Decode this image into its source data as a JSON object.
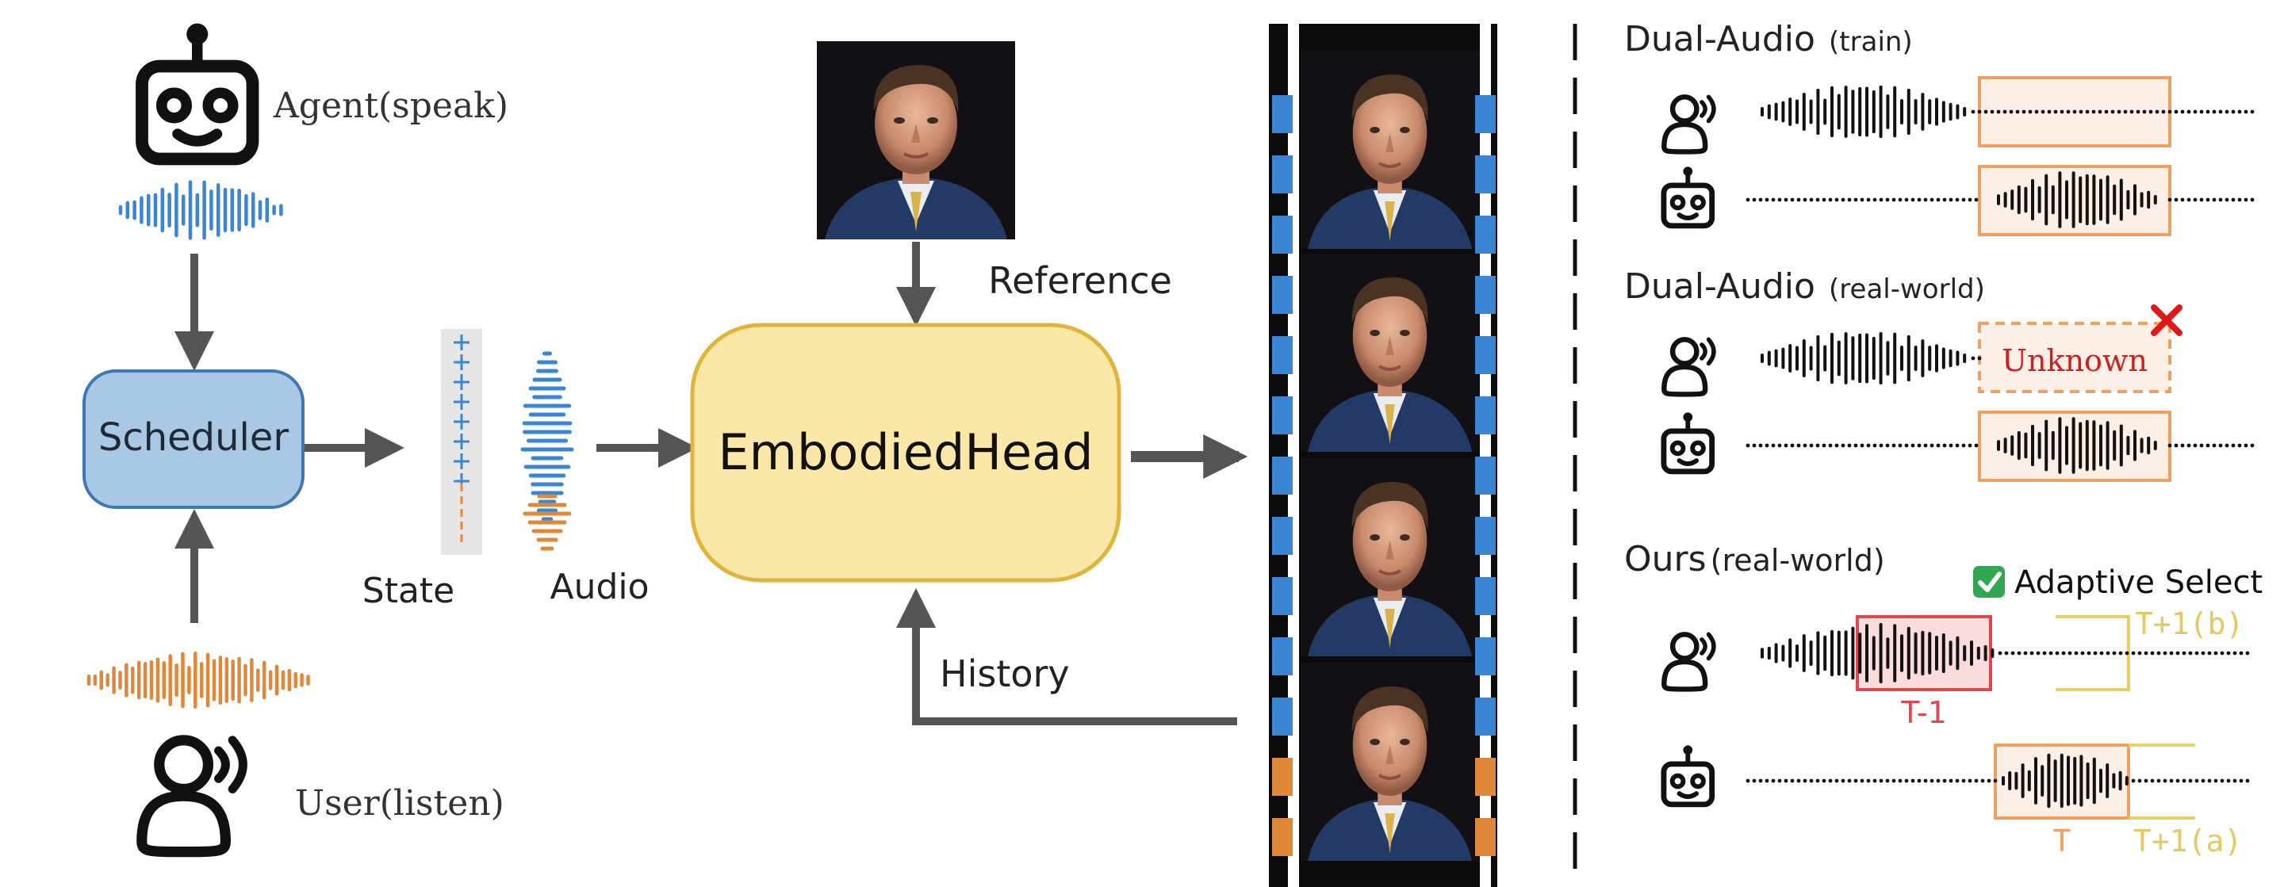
{
  "left": {
    "agent_label": "Agent(speak)",
    "user_label": "User(listen)",
    "scheduler_label": "Scheduler",
    "state_label": "State",
    "audio_label": "Audio"
  },
  "center": {
    "model_label": "EmbodiedHead",
    "reference_label": "Reference",
    "history_label": "History"
  },
  "right": {
    "panel1": {
      "title_main": "Dual-Audio",
      "title_sub": "(train)"
    },
    "panel2": {
      "title_main": "Dual-Audio",
      "title_sub": "(real-world)",
      "unknown_label": "Unknown"
    },
    "panel3": {
      "title_main": "Ours",
      "title_sub": "(real-world)",
      "check_label": "Adaptive Select",
      "t_minus_1": "T-1",
      "t": "T",
      "t_plus_1_a": "T+1(a)",
      "t_plus_1_b": "T+1(b)"
    }
  },
  "colors": {
    "blue": "#3b86d4",
    "orange": "#e0883a",
    "scheduler_fill": "#a8c8e4",
    "scheduler_stroke": "#3d78b0",
    "model_fill": "#fbe7a8",
    "model_stroke": "#e0b43a",
    "arrow": "#555555",
    "red": "#e0464e",
    "yellow": "#e8d060",
    "box_orange": "#f0a060",
    "unknown_red": "#cc1f1f",
    "check_green": "#2fa84f"
  }
}
